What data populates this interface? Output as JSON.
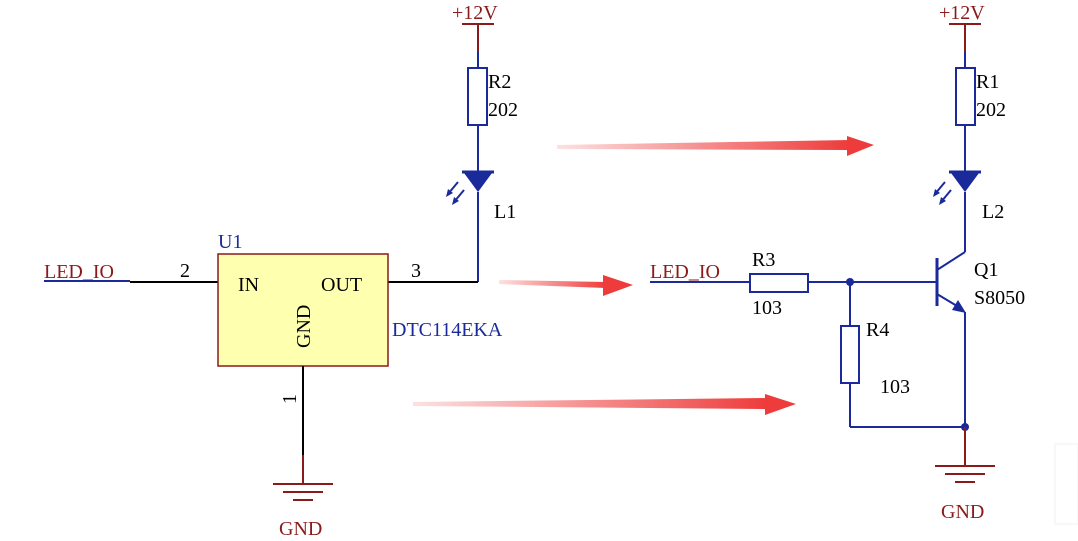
{
  "left_circuit": {
    "supply": "+12V",
    "resistor": {
      "ref": "R2",
      "value": "202"
    },
    "led": {
      "ref": "L1"
    },
    "net_label": "LED_IO",
    "ic": {
      "ref": "U1",
      "part": "DTC114EKA",
      "pin_in": "IN",
      "pin_out": "OUT",
      "pin_gnd": "GND",
      "pin2_num": "2",
      "pin3_num": "3",
      "pin1_num": "1"
    },
    "ground": "GND"
  },
  "right_circuit": {
    "supply": "+12V",
    "resistor_collector": {
      "ref": "R1",
      "value": "202"
    },
    "led": {
      "ref": "L2"
    },
    "net_label": "LED_IO",
    "resistor_base": {
      "ref": "R3",
      "value": "103"
    },
    "resistor_pulldown": {
      "ref": "R4",
      "value": "103"
    },
    "transistor": {
      "ref": "Q1",
      "part": "S8050"
    },
    "ground": "GND"
  },
  "colors": {
    "wire": "#1a2a9a",
    "power": "#8b1a1a",
    "ic_fill": "#ffffb0",
    "ic_border": "#8b1a1a",
    "arrow": "#ee3b3b"
  }
}
